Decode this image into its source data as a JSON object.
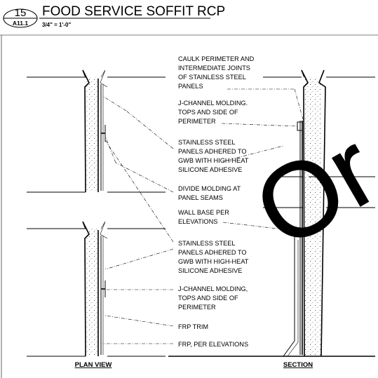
{
  "detail": {
    "number": "15",
    "sheet_ref": "A11.1",
    "title": "FOOD SERVICE SOFFIT RCP",
    "scale": "3/4\" = 1'-0\""
  },
  "views": {
    "plan": "PLAN VIEW",
    "section": "SECTION"
  },
  "notes": {
    "caulk": [
      "CAULK PERIMETER AND",
      "INTERMEDIATE JOINTS",
      "OF STAINLESS STEEL",
      "PANELS"
    ],
    "jchannel_top": [
      "J-CHANNEL MOLDING.",
      "TOPS AND SIDE OF",
      "PERIMETER"
    ],
    "stainless_top": [
      "STAINLESS STEEL",
      "PANELS ADHERED TO",
      "GWB WITH HIGH-HEAT",
      "SILICONE ADHESIVE"
    ],
    "divide": [
      "DIVIDE MOLDING AT",
      "PANEL SEAMS"
    ],
    "wall_base": [
      "WALL BASE PER",
      "ELEVATIONS"
    ],
    "stainless_bottom": [
      "STAINLESS STEEL",
      "PANELS ADHERED TO",
      "GWB WITH HIGH-HEAT",
      "SILICONE ADHESIVE"
    ],
    "jchannel_bottom": [
      "J-CHANNEL MOLDING,",
      "TOPS AND SIDE OF",
      "PERIMETER"
    ],
    "frp_trim": [
      "FRP TRIM"
    ],
    "frp": [
      "FRP, PER ELEVATIONS"
    ]
  },
  "watermark": "Or"
}
